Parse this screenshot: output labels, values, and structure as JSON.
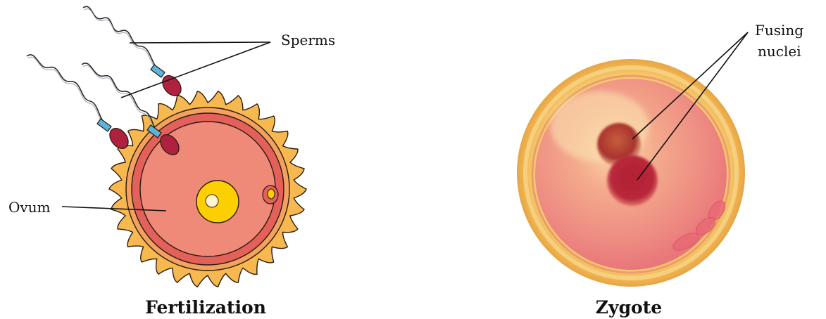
{
  "fertilization": {
    "caption": "Fertilization",
    "label_sperms": "Sperms",
    "label_ovum": "Ovum"
  },
  "zygote": {
    "caption": "Zygote",
    "label_fusing_line1": "Fusing",
    "label_fusing_line2": "nuclei"
  },
  "colors": {
    "zona_yellow": "#f7b94f",
    "ovum_pink": "#f08a78",
    "membrane_red": "#e4605a",
    "nucleus_yellow": "#fcd000",
    "sperm_head": "#b0203f",
    "sperm_midpiece": "#5ab4e0",
    "zygote_rim": "#f0c25a",
    "zygote_nucleus": "#b8323a"
  }
}
